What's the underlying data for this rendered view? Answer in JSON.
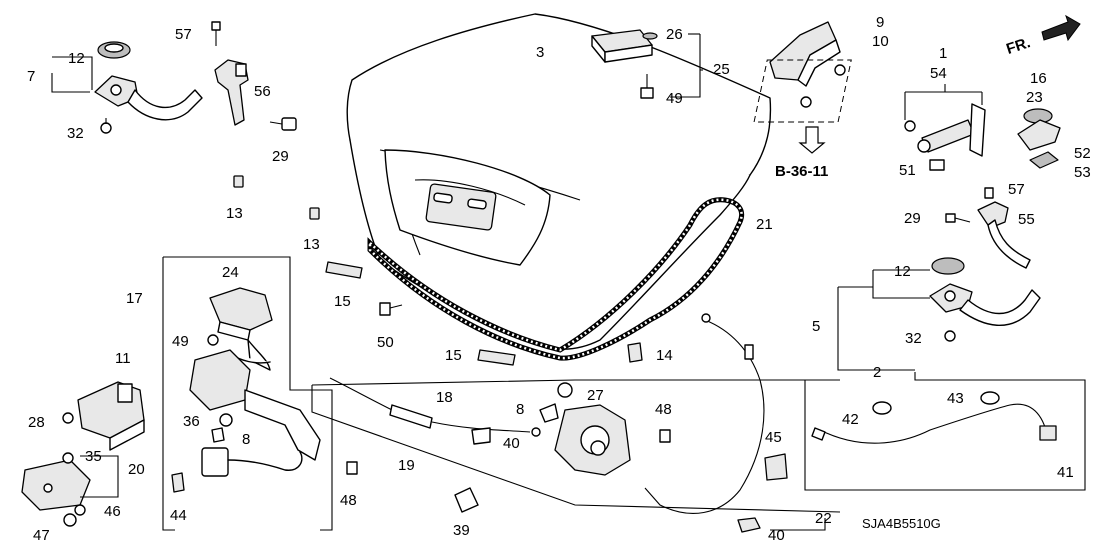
{
  "diagram_code": "SJA4B5510G",
  "reference": "B-36-11",
  "direction_label": "FR.",
  "callouts": {
    "n1": "1",
    "n2": "2",
    "n3": "3",
    "n5": "5",
    "n7": "7",
    "n8a": "8",
    "n8b": "8",
    "n9": "9",
    "n10": "10",
    "n11": "11",
    "n12a": "12",
    "n12b": "12",
    "n13a": "13",
    "n13b": "13",
    "n14": "14",
    "n15a": "15",
    "n15b": "15",
    "n16": "16",
    "n17": "17",
    "n18": "18",
    "n19": "19",
    "n20": "20",
    "n21": "21",
    "n22": "22",
    "n23": "23",
    "n24": "24",
    "n25": "25",
    "n26": "26",
    "n27": "27",
    "n28": "28",
    "n29a": "29",
    "n29b": "29",
    "n32a": "32",
    "n32b": "32",
    "n35": "35",
    "n36": "36",
    "n39": "39",
    "n40a": "40",
    "n40b": "40",
    "n41": "41",
    "n42": "42",
    "n43": "43",
    "n44": "44",
    "n45": "45",
    "n46": "46",
    "n47": "47",
    "n48a": "48",
    "n48b": "48",
    "n49a": "49",
    "n49b": "49",
    "n50": "50",
    "n51": "51",
    "n52": "52",
    "n53": "53",
    "n54": "54",
    "n55": "55",
    "n56": "56",
    "n57a": "57",
    "n57b": "57"
  }
}
